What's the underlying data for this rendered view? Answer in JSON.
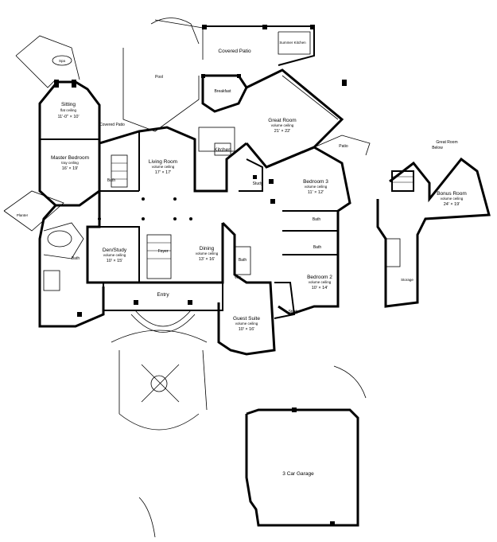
{
  "rooms": {
    "spa": {
      "label": "Spa"
    },
    "covered_patio_top": {
      "label": "Covered Patio"
    },
    "summer_kitchen": {
      "label": "Summer Kitchen"
    },
    "pool": {
      "label": "Pool"
    },
    "breakfast": {
      "label": "Breakfast"
    },
    "sitting": {
      "label": "Sitting",
      "note": "flat ceiling",
      "dim": "11'-0\" × 10'"
    },
    "covered_patio_left": {
      "label": "Covered Patio"
    },
    "great_room": {
      "label": "Great Room",
      "note": "volume ceiling",
      "dim": "21' × 22'"
    },
    "kitchen": {
      "label": "Kitchen"
    },
    "patio_right": {
      "label": "Patio"
    },
    "master_bedroom": {
      "label": "Master Bedroom",
      "note": "tray ceiling",
      "dim": "16' × 19'"
    },
    "living_room": {
      "label": "Living Room",
      "note": "volume ceiling",
      "dim": "17' × 17'"
    },
    "bath_master": {
      "label": "Bath"
    },
    "study": {
      "label": "Study"
    },
    "bedroom3": {
      "label": "Bedroom 3",
      "note": "volume ceiling",
      "dim": "11' × 12'"
    },
    "great_room_below": {
      "label": "Great Room",
      "label2": "Below"
    },
    "bonus_room": {
      "label": "Bonus Room",
      "note": "volume ceiling",
      "dim": "24' × 19'"
    },
    "planter": {
      "label": "Planter"
    },
    "bath_upper": {
      "label": "Bath"
    },
    "bath_mid": {
      "label": "Bath"
    },
    "bath_lower": {
      "label": "Bath"
    },
    "den_study": {
      "label": "Den/Study",
      "note": "volume ceiling",
      "dim": "10' × 15'"
    },
    "foyer": {
      "label": "Foyer"
    },
    "dining": {
      "label": "Dining",
      "note": "volume ceiling",
      "dim": "13' × 16'"
    },
    "wc": {
      "label": "W.C."
    },
    "bath_pwd": {
      "label": "Bath"
    },
    "bedroom2": {
      "label": "Bedroom 2",
      "note": "volume ceiling",
      "dim": "10' × 14'"
    },
    "entry": {
      "label": "Entry"
    },
    "guest_suite": {
      "label": "Guest Suite",
      "note": "volume ceiling",
      "dim": "10' × 16'"
    },
    "study_small": {
      "label": "Study"
    },
    "storage": {
      "label": "Storage"
    },
    "garage": {
      "label": "3 Car Garage"
    }
  }
}
